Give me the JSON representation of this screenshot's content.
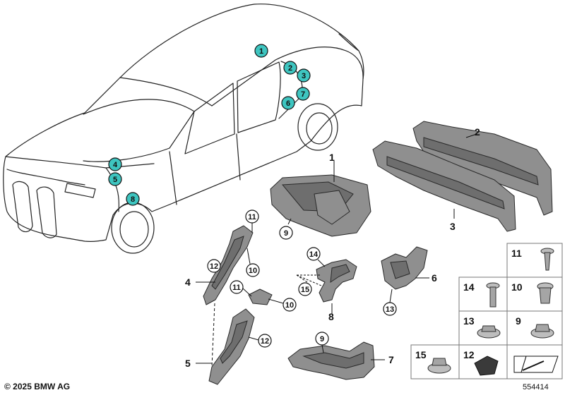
{
  "car_callouts": [
    "1",
    "2",
    "3",
    "7",
    "6",
    "4",
    "5",
    "8"
  ],
  "part_labels": {
    "p1": "1",
    "p2": "2",
    "p3": "3",
    "p4": "4",
    "p5": "5",
    "p6": "6",
    "p7": "7",
    "p8": "8"
  },
  "sub_callouts": {
    "c9a": "9",
    "c11a": "11",
    "c12a": "12",
    "c10a": "10",
    "c11b": "11",
    "c10b": "10",
    "c12b": "12",
    "c14": "14",
    "c15": "15",
    "c13": "13",
    "c9b": "9"
  },
  "legend_numbers": [
    "11",
    "14",
    "10",
    "13",
    "9",
    "15",
    "12"
  ],
  "callout_color": "#3ec5c0",
  "copyright": "© 2025 BMW AG",
  "doc_number": "554414"
}
